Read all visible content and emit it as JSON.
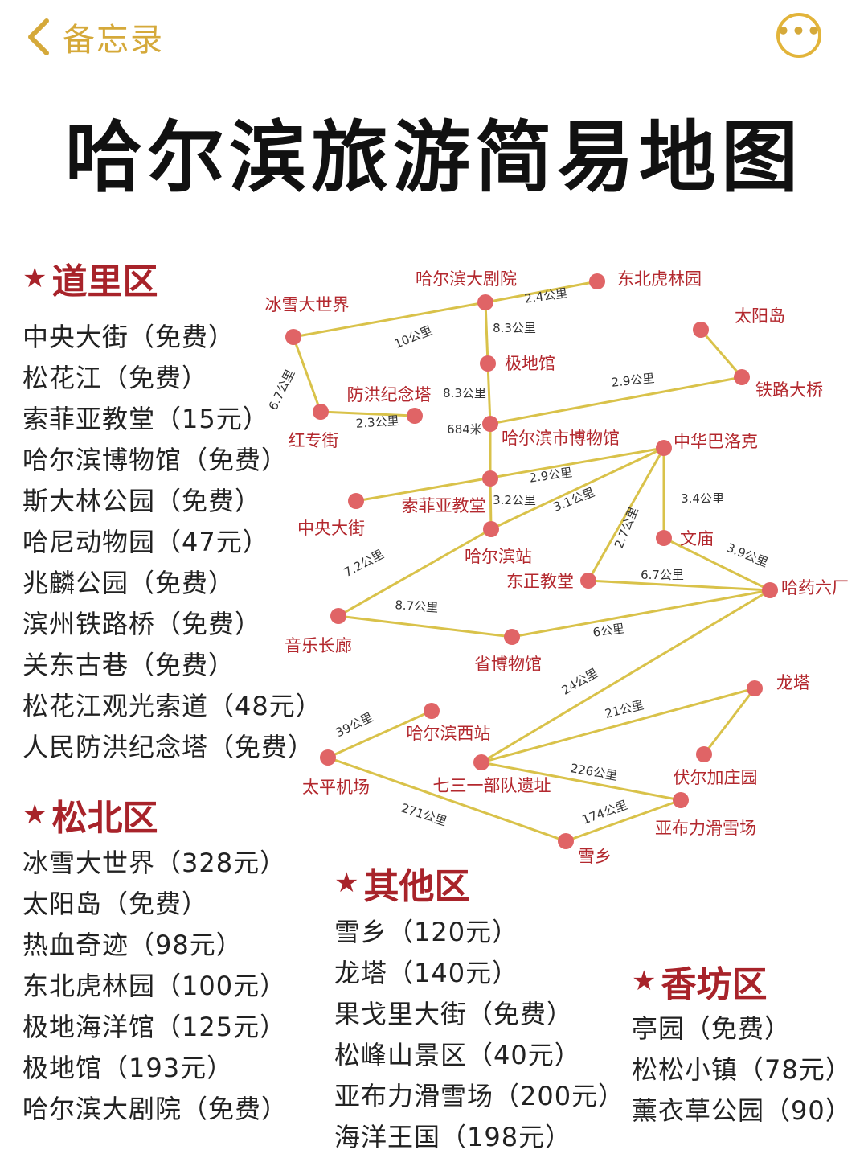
{
  "nav": {
    "back_label": "备忘录",
    "more_icon": "more-icon"
  },
  "title": "哈尔滨旅游简易地图",
  "colors": {
    "accent": "#a8232a",
    "route": "#d9c24a",
    "nav": "#d5a93a",
    "node": "#e06466"
  },
  "districts": {
    "daoli": {
      "name": "道里区",
      "spots": [
        "中央大街（免费）",
        "松花江（免费）",
        "索菲亚教堂（15元）",
        "哈尔滨博物馆（免费）",
        "斯大林公园（免费）",
        "哈尼动物园（47元）",
        "兆麟公园（免费）",
        "滨州铁路桥（免费）",
        "关东古巷（免费）",
        "松花江观光索道（48元）",
        "人民防洪纪念塔（免费）"
      ]
    },
    "songbei": {
      "name": "松北区",
      "spots": [
        "冰雪大世界（328元）",
        "太阳岛（免费）",
        "热血奇迹（98元）",
        "东北虎林园（100元）",
        "极地海洋馆（125元）",
        "极地馆（193元）",
        "哈尔滨大剧院（免费）"
      ]
    },
    "other": {
      "name": "其他区",
      "spots": [
        "雪乡（120元）",
        "龙塔（140元）",
        "果戈里大街（免费）",
        "松峰山景区（40元）",
        "亚布力滑雪场（200元）",
        "海洋王国（198元）"
      ]
    },
    "xiangfang": {
      "name": "香坊区",
      "spots": [
        "亭园（免费）",
        "松松小镇（78元）",
        "薰衣草公园（90）"
      ]
    }
  },
  "map": {
    "places": [
      {
        "id": "dajuyuan",
        "name": "哈尔滨大剧院"
      },
      {
        "id": "hulinyuan",
        "name": "东北虎林园"
      },
      {
        "id": "bingxue",
        "name": "冰雪大世界"
      },
      {
        "id": "taiyangdao",
        "name": "太阳岛"
      },
      {
        "id": "jidiguan",
        "name": "极地馆"
      },
      {
        "id": "tieluqiao",
        "name": "铁路大桥"
      },
      {
        "id": "fanghong",
        "name": "防洪纪念塔"
      },
      {
        "id": "hongzhuanjie",
        "name": "红专街"
      },
      {
        "id": "bowuguan",
        "name": "哈尔滨市博物馆"
      },
      {
        "id": "zhonghuabaluoke",
        "name": "中华巴洛克"
      },
      {
        "id": "suofeiya",
        "name": "索菲亚教堂"
      },
      {
        "id": "zhongyangdajie",
        "name": "中央大街"
      },
      {
        "id": "harbinzhan",
        "name": "哈尔滨站"
      },
      {
        "id": "wenmiao",
        "name": "文庙"
      },
      {
        "id": "dongzhengjiaotang",
        "name": "东正教堂"
      },
      {
        "id": "hayaoliuchang",
        "name": "哈药六厂"
      },
      {
        "id": "yinyuechanglang",
        "name": "音乐长廊"
      },
      {
        "id": "shengbowuguan",
        "name": "省博物馆"
      },
      {
        "id": "longta",
        "name": "龙塔"
      },
      {
        "id": "xizhan",
        "name": "哈尔滨西站"
      },
      {
        "id": "taiping",
        "name": "太平机场"
      },
      {
        "id": "qisanyi",
        "name": "七三一部队遗址"
      },
      {
        "id": "fuerjia",
        "name": "伏尔加庄园"
      },
      {
        "id": "yabuli",
        "name": "亚布力滑雪场"
      },
      {
        "id": "xuexiang",
        "name": "雪乡"
      }
    ],
    "routes": [
      {
        "from": "bingxue",
        "to": "dajuyuan",
        "distance": "10公里"
      },
      {
        "from": "dajuyuan",
        "to": "hulinyuan",
        "distance": "2.4公里"
      },
      {
        "from": "dajuyuan",
        "to": "jidiguan",
        "distance": "8.3公里"
      },
      {
        "from": "jidiguan",
        "to": "bowuguan",
        "distance": "8.3公里"
      },
      {
        "from": "bingxue",
        "to": "hongzhuanjie",
        "distance": "6.7公里"
      },
      {
        "from": "hongzhuanjie",
        "to": "fanghong",
        "distance": "2.3公里"
      },
      {
        "from": "taiyangdao",
        "to": "tieluqiao",
        "distance": ""
      },
      {
        "from": "bowuguan",
        "to": "tieluqiao",
        "distance": "2.9公里"
      },
      {
        "from": "bowuguan",
        "to": "suofeiya",
        "distance": "684米"
      },
      {
        "from": "zhongyangdajie",
        "to": "zhonghuabaluoke",
        "distance": "2.9公里"
      },
      {
        "from": "suofeiya",
        "to": "harbinzhan",
        "distance": "3.2公里"
      },
      {
        "from": "harbinzhan",
        "to": "zhonghuabaluoke",
        "distance": "3.1公里"
      },
      {
        "from": "zhonghuabaluoke",
        "to": "dongzhengjiaotang",
        "distance": "2.7公里"
      },
      {
        "from": "zhonghuabaluoke",
        "to": "wenmiao",
        "distance": "3.4公里"
      },
      {
        "from": "wenmiao",
        "to": "hayaoliuchang",
        "distance": "3.9公里"
      },
      {
        "from": "dongzhengjiaotang",
        "to": "hayaoliuchang",
        "distance": "6.7公里"
      },
      {
        "from": "harbinzhan",
        "to": "yinyuechanglang",
        "distance": "7.2公里"
      },
      {
        "from": "yinyuechanglang",
        "to": "shengbowuguan",
        "distance": "8.7公里"
      },
      {
        "from": "shengbowuguan",
        "to": "hayaoliuchang",
        "distance": "6公里"
      },
      {
        "from": "hayaoliuchang",
        "to": "qisanyi",
        "distance": "24公里"
      },
      {
        "from": "qisanyi",
        "to": "longta",
        "distance": "21公里"
      },
      {
        "from": "longta",
        "to": "fuerjia",
        "distance": ""
      },
      {
        "from": "taiping",
        "to": "xizhan",
        "distance": "39公里"
      },
      {
        "from": "taiping",
        "to": "xuexiang",
        "distance": "271公里"
      },
      {
        "from": "qisanyi",
        "to": "yabuli",
        "distance": "226公里"
      },
      {
        "from": "yabuli",
        "to": "xuexiang",
        "distance": "174公里"
      }
    ]
  }
}
